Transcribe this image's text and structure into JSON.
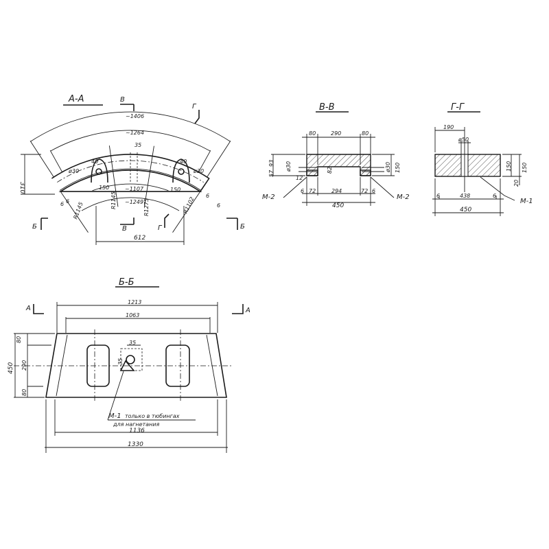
{
  "views": {
    "aa": {
      "title": "А-А",
      "dims": [
        "~1406",
        "~1264",
        "35",
        "40",
        "40",
        "ø30",
        "ø30",
        "150",
        "150",
        "~1107",
        "~1249",
        "310",
        "R1145",
        "R1275",
        "R1102",
        "R1145",
        "6",
        "6",
        "6",
        "6",
        "612"
      ],
      "cut_labels": [
        "В",
        "В",
        "Г",
        "Г",
        "Б",
        "Б"
      ]
    },
    "vv": {
      "title": "В-В",
      "dims": [
        "80",
        "290",
        "80",
        "57",
        "93",
        "ø30",
        "82",
        "12",
        "ø30",
        "150",
        "6",
        "72",
        "294",
        "72",
        "6",
        "450"
      ],
      "marks": [
        "М-2",
        "М-2"
      ]
    },
    "gg": {
      "title": "Г-Г",
      "dims": [
        "190",
        "ø50",
        "150",
        "150",
        "20",
        "6",
        "438",
        "6",
        "450"
      ],
      "marks": [
        "М-1"
      ]
    },
    "bb": {
      "title": "Б-Б",
      "dims": [
        "1213",
        "1063",
        "80",
        "290",
        "80",
        "450",
        "35",
        "35",
        "1136",
        "1330"
      ],
      "cut_labels": [
        "А",
        "А"
      ],
      "note_mark": "М-1",
      "note_line1": "только в тюбингах",
      "note_line2": "для нагнетания"
    }
  }
}
